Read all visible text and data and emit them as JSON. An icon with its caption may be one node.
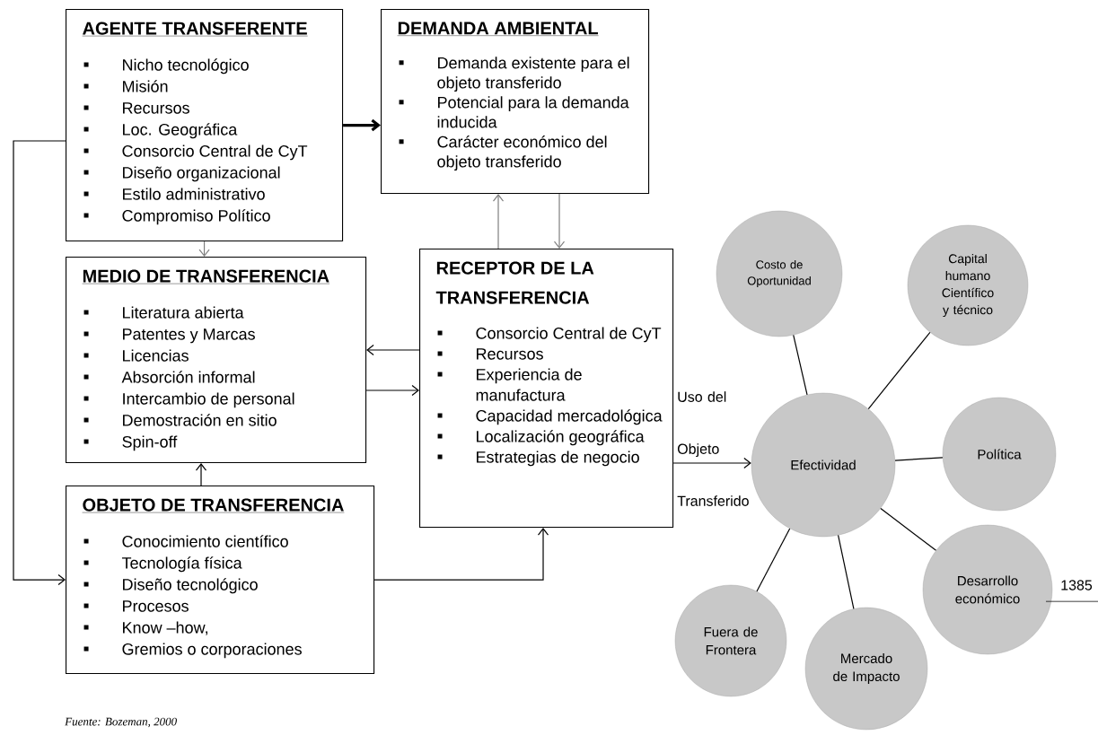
{
  "diagram": {
    "caption": "Fuente: Bozeman, 2000",
    "nodes": [
      {
        "text": [
          "AGENTE TRANSFERENTE",
          "Nicho tecnológico",
          "Misión",
          "Recursos",
          "Loc. Geográfica",
          "Consorcio Central de CyT",
          "Diseño organizacional",
          "Estilo administrativo",
          "Compromiso Político"
        ]
      },
      {
        "text": [
          "DEMANDA AMBIENTAL",
          "Demanda existente para el objeto transferido",
          "Potencial para la demanda inducida",
          "Carácter económico del objeto transferido"
        ]
      },
      {
        "text": [
          "MEDIO DE TRANSFERENCIA",
          "Literatura abierta",
          "Patentes y Marcas",
          "Licencias",
          "Absorción informal",
          "Intercambio de personal",
          "Demostración en sitio",
          "Spin-off"
        ]
      },
      {
        "text": [
          "RECEPTOR DE LA TRANSFERENCIA",
          "Consorcio Central de CyT",
          "Recursos",
          "Experiencia de manufactura",
          "Capacidad mercadológica",
          "Localización geográfica",
          "Estrategias de negocio"
        ]
      },
      {
        "text": [
          "OBJETO DE TRANSFERENCIA",
          "Conocimiento científico",
          "Tecnología física",
          "Diseño tecnológico",
          "Procesos",
          "Know –how,",
          "Gremios o corporaciones"
        ]
      },
      {
        "text": [
          "Efectividad"
        ]
      },
      {
        "text": [
          "Costo de Oportunidad"
        ]
      },
      {
        "text": [
          "Capital humano Científico y técnico"
        ]
      },
      {
        "text": [
          "Política"
        ]
      },
      {
        "text": [
          "Desarrollo económico"
        ]
      },
      {
        "text": [
          "Mercado de Impacto"
        ]
      },
      {
        "text": [
          "Fuera de Frontera"
        ]
      }
    ],
    "edges": [
      {
        "from": 0,
        "to": 1,
        "arrow": "to",
        "style": "thick"
      },
      {
        "from": 0,
        "to": 2,
        "arrow": "to",
        "color": "#7f7f7f"
      },
      {
        "from": 3,
        "to": 1,
        "arrow": "to",
        "color": "#7f7f7f"
      },
      {
        "from": 1,
        "to": 3,
        "arrow": "to",
        "color": "#7f7f7f"
      },
      {
        "from": 3,
        "to": 2,
        "arrow": "to"
      },
      {
        "from": 2,
        "to": 3,
        "arrow": "to"
      },
      {
        "from": 4,
        "to": 2,
        "arrow": "to"
      },
      {
        "from": 0,
        "to": 4,
        "arrow": "to"
      },
      {
        "from": 4,
        "to": 3,
        "arrow": "to"
      },
      {
        "from": 3,
        "to": 5,
        "arrow": "to",
        "label": "Uso del Objeto Transferido"
      },
      {
        "from": 5,
        "to": 6,
        "arrow": "none"
      },
      {
        "from": 5,
        "to": 7,
        "arrow": "none"
      },
      {
        "from": 5,
        "to": 8,
        "arrow": "none"
      },
      {
        "from": 5,
        "to": 9,
        "arrow": "none"
      },
      {
        "from": 5,
        "to": 10,
        "arrow": "none"
      },
      {
        "from": 5,
        "to": 11,
        "arrow": "none"
      }
    ],
    "labels": [
      "1385"
    ]
  }
}
